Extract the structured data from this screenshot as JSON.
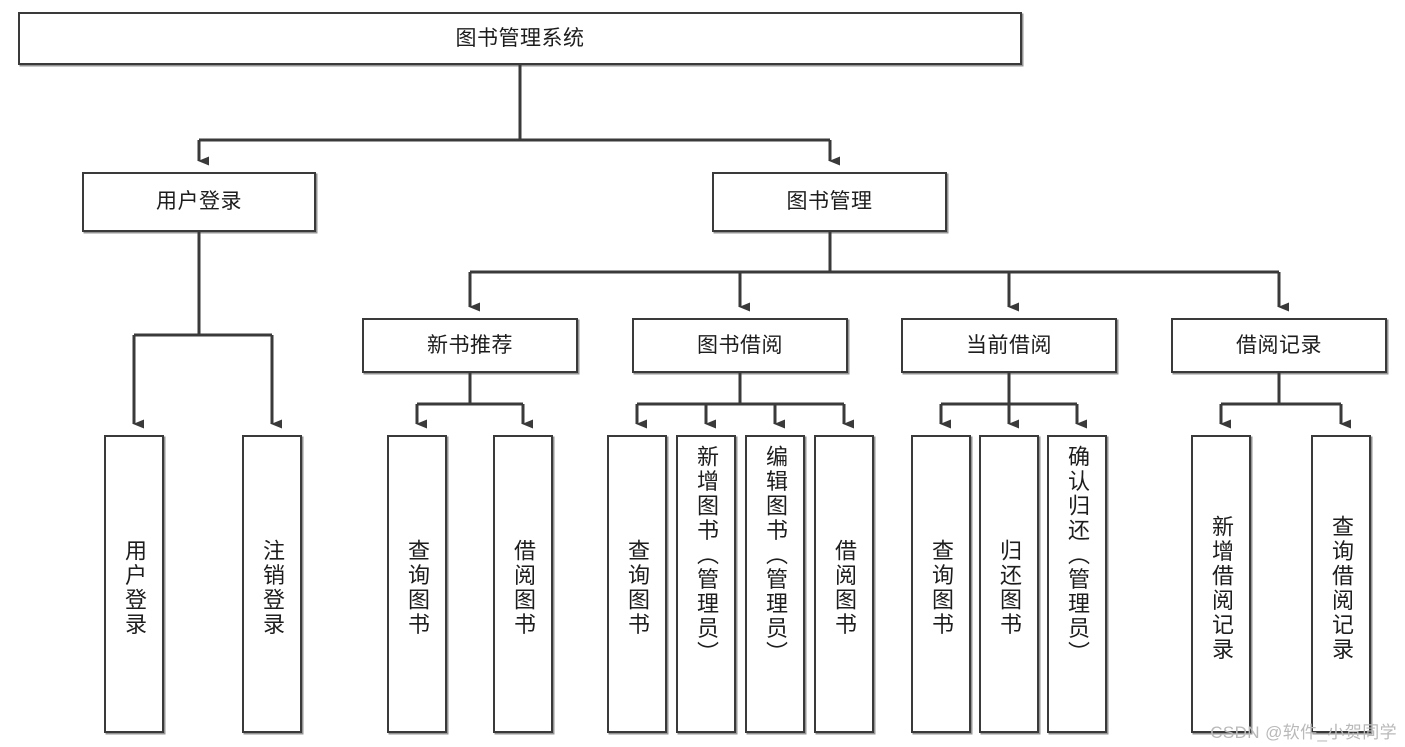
{
  "diagram": {
    "type": "tree",
    "title": "图书管理系统",
    "watermark": "CSDN @软件_小贺同学",
    "colors": {
      "stroke": "#3a3a3a",
      "fill": "#ffffff",
      "text": "#1d1d1d",
      "watermark": "#b9b9b9"
    },
    "levels": {
      "root": {
        "label": "图书管理系统"
      },
      "level2": [
        {
          "label": "用户登录"
        },
        {
          "label": "图书管理"
        }
      ],
      "level3": [
        {
          "label": "新书推荐"
        },
        {
          "label": "图书借阅"
        },
        {
          "label": "当前借阅"
        },
        {
          "label": "借阅记录"
        }
      ],
      "leaves": [
        {
          "label": "用户登录",
          "parent": "用户登录"
        },
        {
          "label": "注销登录",
          "parent": "用户登录"
        },
        {
          "label": "查询图书",
          "parent": "新书推荐"
        },
        {
          "label": "借阅图书",
          "parent": "新书推荐"
        },
        {
          "label": "查询图书",
          "parent": "图书借阅"
        },
        {
          "label": "新增图书（管理员）",
          "parent": "图书借阅"
        },
        {
          "label": "编辑图书（管理员）",
          "parent": "图书借阅"
        },
        {
          "label": "借阅图书",
          "parent": "图书借阅"
        },
        {
          "label": "查询图书",
          "parent": "当前借阅"
        },
        {
          "label": "归还图书",
          "parent": "当前借阅"
        },
        {
          "label": "确认归还（管理员）",
          "parent": "当前借阅"
        },
        {
          "label": "新增借阅记录",
          "parent": "借阅记录"
        },
        {
          "label": "查询借阅记录",
          "parent": "借阅记录"
        }
      ]
    }
  }
}
